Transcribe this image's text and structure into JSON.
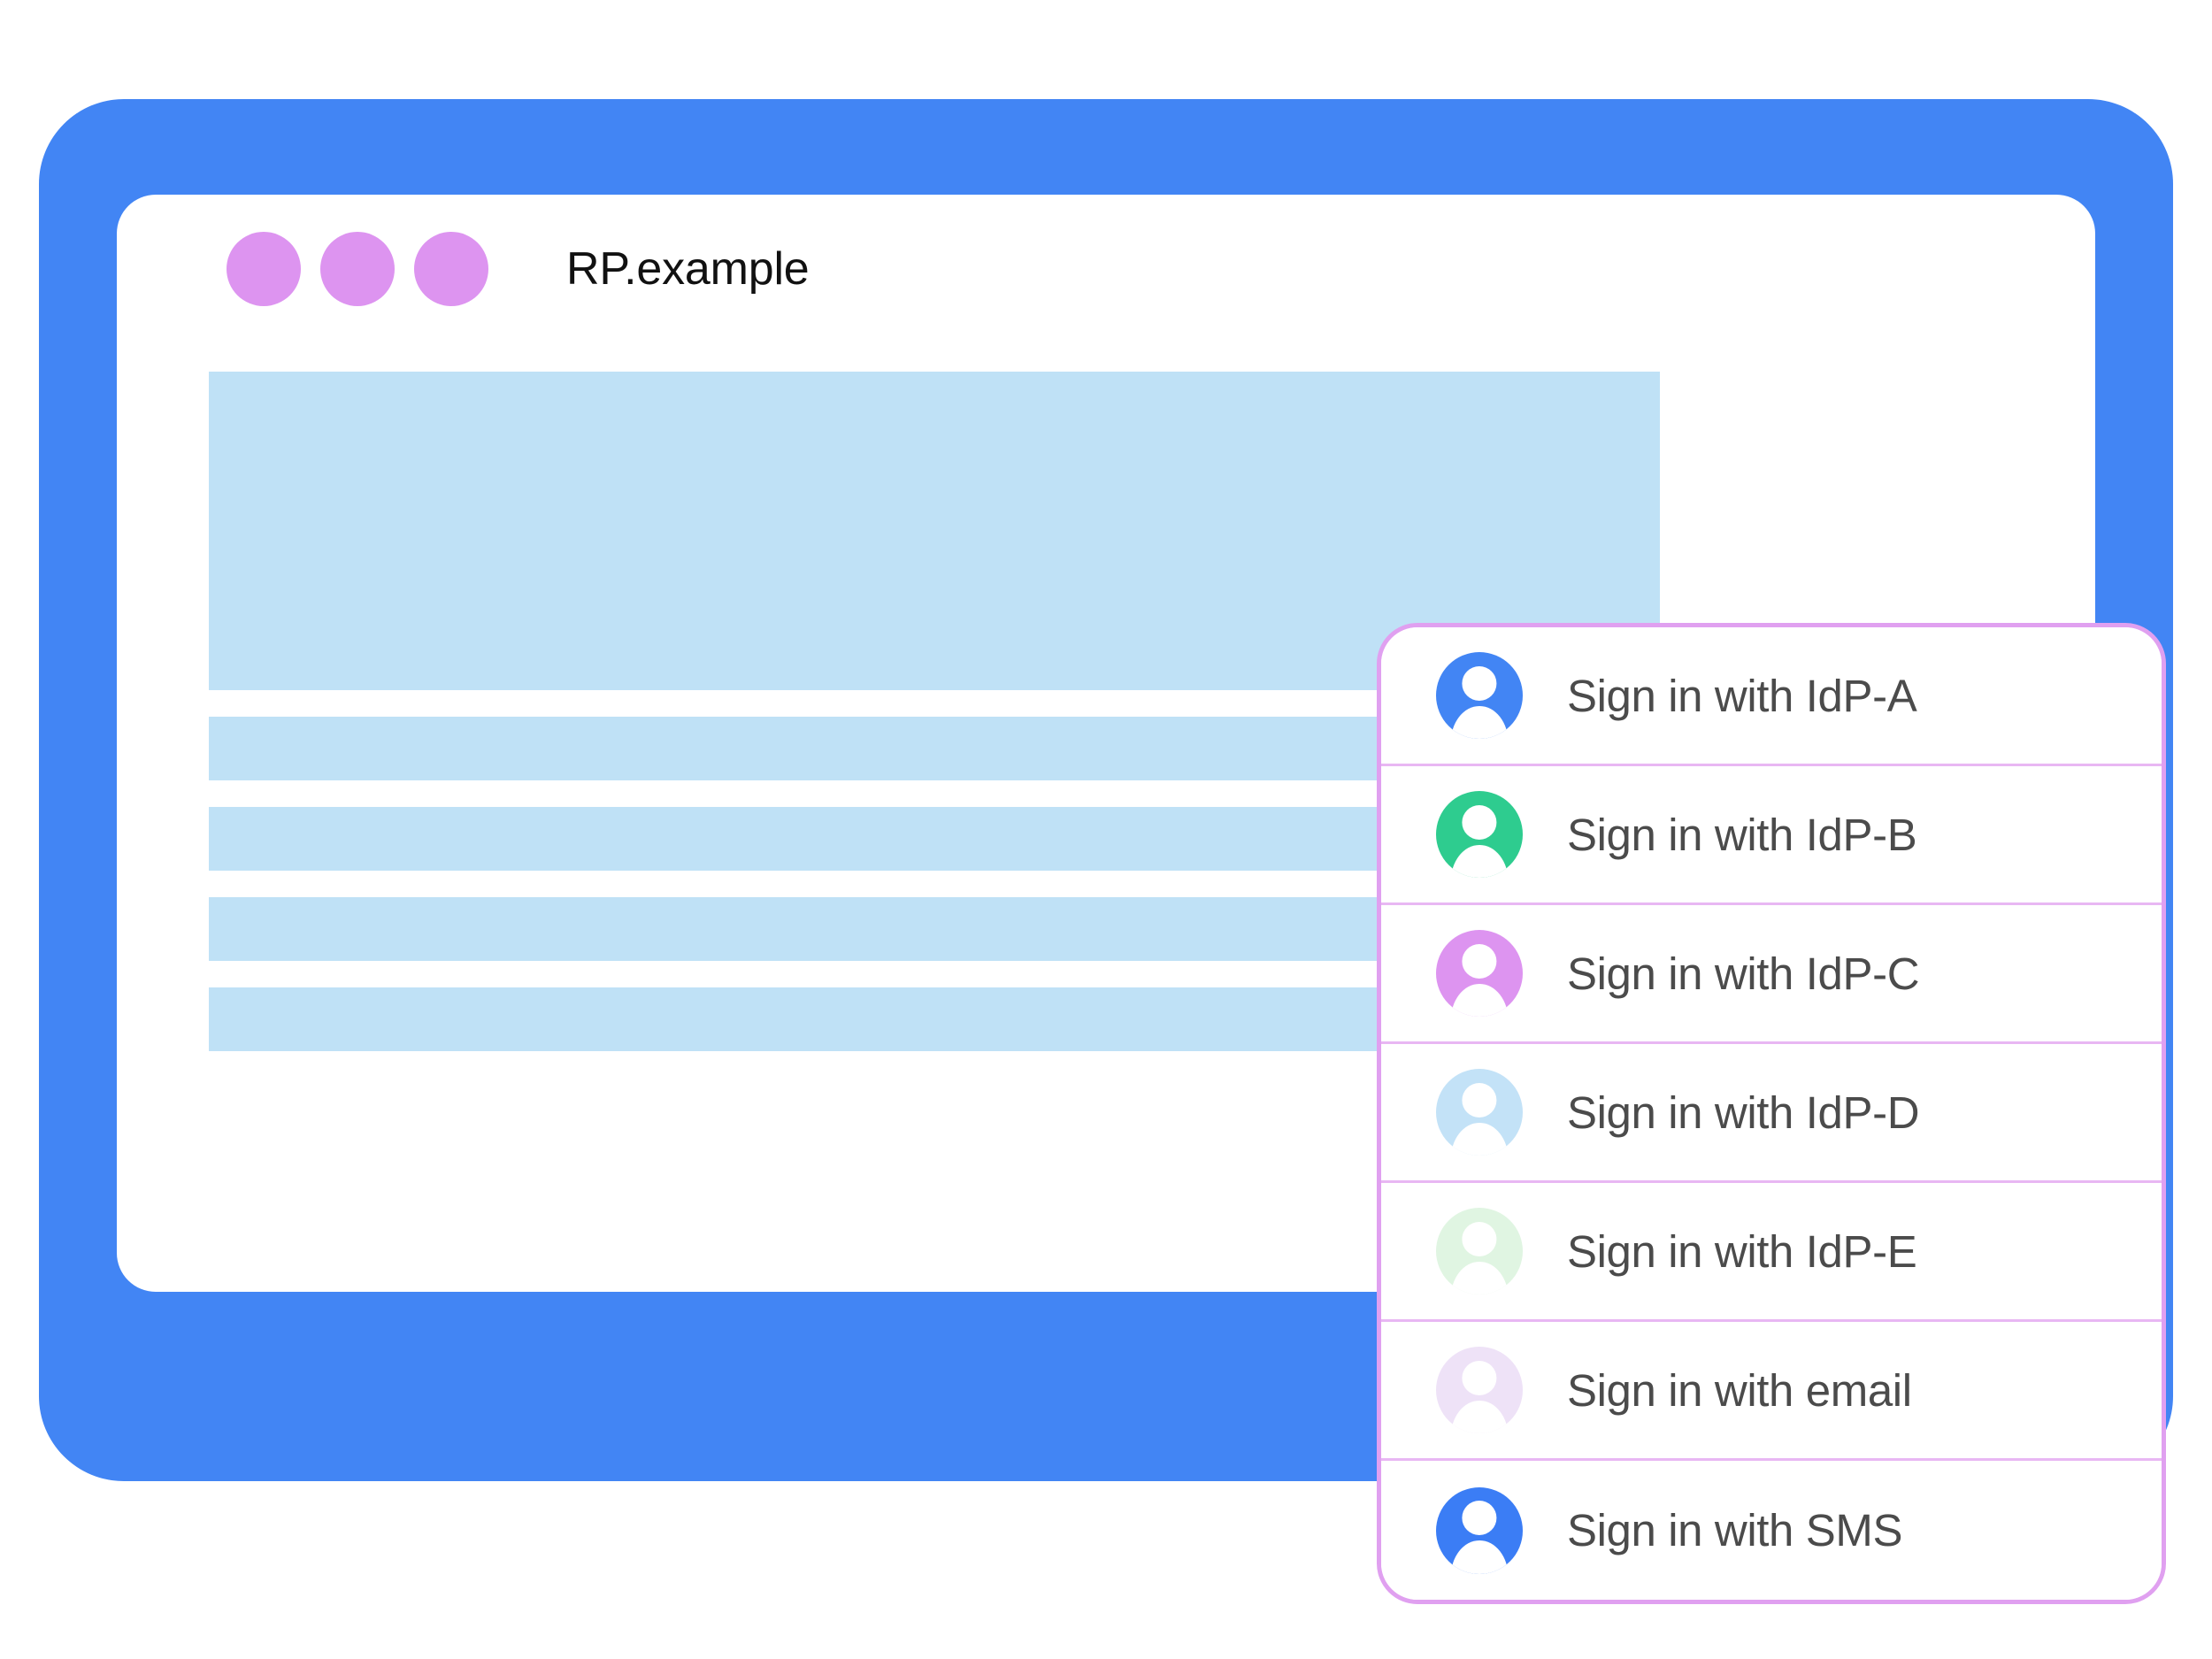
{
  "window": {
    "title": "RP.example",
    "traffic_dots": [
      "dot-1",
      "dot-2",
      "dot-3"
    ],
    "dot_color": "#dd94f0",
    "frame_color": "#4285f4",
    "home_button_icon": "home-button"
  },
  "content": {
    "placeholder_color": "#bfe1f6",
    "blocks": [
      {
        "name": "hero-placeholder",
        "kind": "hero"
      },
      {
        "name": "text-line-placeholder-1",
        "kind": "bar"
      },
      {
        "name": "text-line-placeholder-2",
        "kind": "bar"
      },
      {
        "name": "text-line-placeholder-3",
        "kind": "bar"
      },
      {
        "name": "text-line-placeholder-4",
        "kind": "bar"
      }
    ]
  },
  "chooser": {
    "border_color": "#e0a0f0",
    "separator_color": "#e8b7f3",
    "label_color": "#4b4b4b",
    "items": [
      {
        "label": "Sign in with IdP-A",
        "icon": "person-avatar-icon",
        "avatar_color": "#4285f4",
        "name": "sign-in-idp-a"
      },
      {
        "label": "Sign in with IdP-B",
        "icon": "person-avatar-icon",
        "avatar_color": "#2ecc8f",
        "name": "sign-in-idp-b"
      },
      {
        "label": "Sign in with IdP-C",
        "icon": "person-avatar-icon",
        "avatar_color": "#dd94f0",
        "name": "sign-in-idp-c"
      },
      {
        "label": "Sign in with IdP-D",
        "icon": "person-avatar-icon",
        "avatar_color": "#c3e2f7",
        "name": "sign-in-idp-d"
      },
      {
        "label": "Sign in with IdP-E",
        "icon": "person-avatar-icon",
        "avatar_color": "#e0f5e2",
        "name": "sign-in-idp-e"
      },
      {
        "label": "Sign in with email",
        "icon": "person-avatar-icon",
        "avatar_color": "#eee2f7",
        "name": "sign-in-email"
      },
      {
        "label": "Sign in with SMS",
        "icon": "person-avatar-icon",
        "avatar_color": "#3b7df5",
        "name": "sign-in-sms"
      }
    ]
  }
}
